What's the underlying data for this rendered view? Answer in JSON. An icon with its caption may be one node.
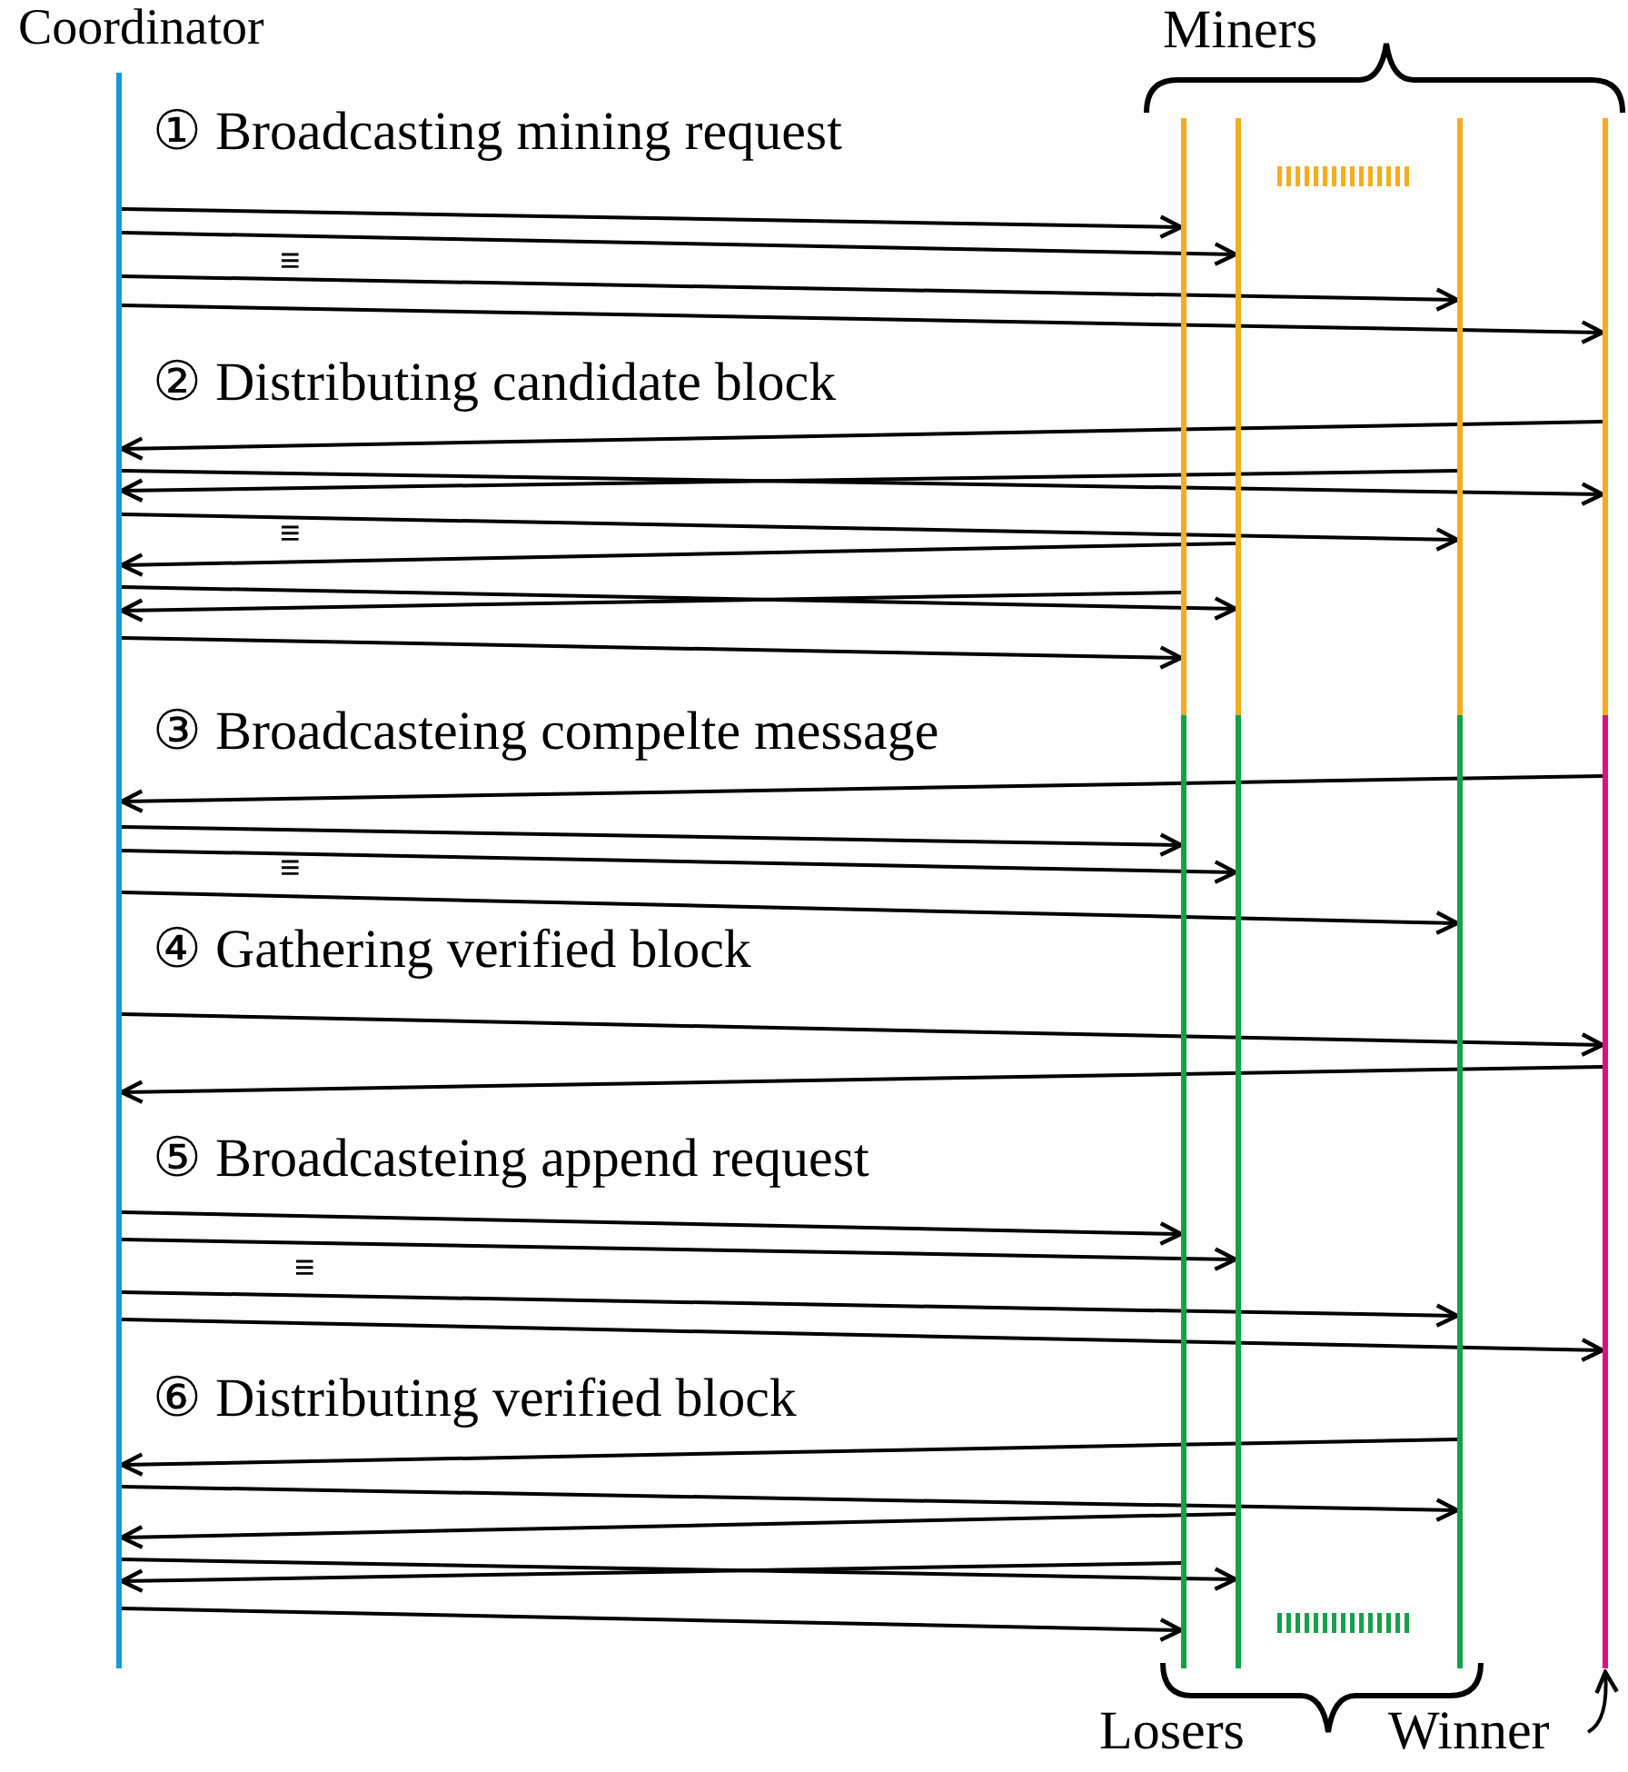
{
  "diagram": {
    "nodes": [
      {
        "text": [
          "Coordinator"
        ]
      },
      {
        "text": [],
        "shape": "bar"
      },
      {
        "text": [],
        "shape": "bar"
      },
      {
        "text": [],
        "shape": "bar"
      },
      {
        "text": [],
        "shape": "bar"
      },
      {
        "text": [
          "Winner"
        ]
      }
    ],
    "edges": [
      {
        "from": 0,
        "to": 1,
        "arrow": "to"
      },
      {
        "from": 0,
        "to": 2,
        "arrow": "to"
      },
      {
        "from": 0,
        "to": 3,
        "arrow": "to"
      },
      {
        "from": 0,
        "to": 4,
        "arrow": "to"
      },
      {
        "from": 4,
        "to": 0,
        "arrow": "to"
      },
      {
        "from": 0,
        "to": 4,
        "arrow": "to"
      },
      {
        "from": 3,
        "to": 0,
        "arrow": "to"
      },
      {
        "from": 0,
        "to": 3,
        "arrow": "to"
      },
      {
        "from": 2,
        "to": 0,
        "arrow": "to"
      },
      {
        "from": 0,
        "to": 2,
        "arrow": "to"
      },
      {
        "from": 1,
        "to": 0,
        "arrow": "to"
      },
      {
        "from": 0,
        "to": 1,
        "arrow": "to"
      },
      {
        "from": 4,
        "to": 0,
        "arrow": "to"
      },
      {
        "from": 0,
        "to": 1,
        "arrow": "to"
      },
      {
        "from": 0,
        "to": 2,
        "arrow": "to"
      },
      {
        "from": 0,
        "to": 3,
        "arrow": "to"
      },
      {
        "from": 0,
        "to": 4,
        "arrow": "to"
      },
      {
        "from": 4,
        "to": 0,
        "arrow": "to"
      },
      {
        "from": 0,
        "to": 1,
        "arrow": "to"
      },
      {
        "from": 0,
        "to": 2,
        "arrow": "to"
      },
      {
        "from": 0,
        "to": 3,
        "arrow": "to"
      },
      {
        "from": 0,
        "to": 4,
        "arrow": "to"
      },
      {
        "from": 3,
        "to": 0,
        "arrow": "to"
      },
      {
        "from": 0,
        "to": 3,
        "arrow": "to"
      },
      {
        "from": 2,
        "to": 0,
        "arrow": "to"
      },
      {
        "from": 0,
        "to": 2,
        "arrow": "to"
      },
      {
        "from": 1,
        "to": 0,
        "arrow": "to"
      },
      {
        "from": 0,
        "to": 1,
        "arrow": "to"
      },
      {
        "from": 5,
        "to": 4,
        "arrow": "to"
      }
    ],
    "labels": [
      "Miners",
      "① Broadcasting mining request",
      "≡",
      "② Distributing candidate block",
      "≡",
      "③ Broadcasteing compelte message",
      "≡",
      "④ Gathering verified block",
      "⑤ Broadcasteing append request",
      "≡",
      "⑥ Distributing verified block",
      "Losers"
    ]
  }
}
